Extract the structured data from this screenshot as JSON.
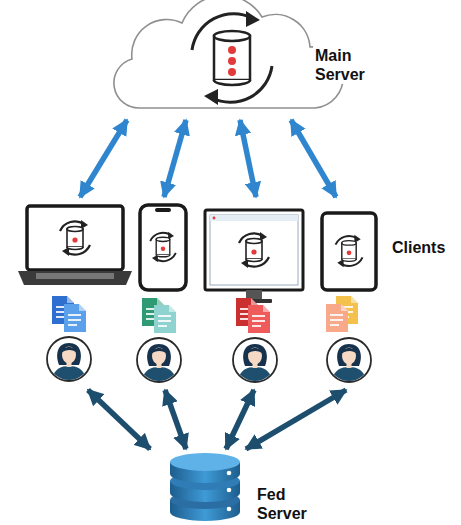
{
  "diagram": {
    "nodes": [
      {
        "text": [
          "Main Server"
        ]
      },
      {
        "text": [
          "Clients"
        ]
      },
      {
        "text": [
          "Fed Server"
        ]
      }
    ],
    "edges": [
      {
        "from": 0,
        "to": 1,
        "arrow": "both"
      },
      {
        "from": 0,
        "to": 1,
        "arrow": "both"
      },
      {
        "from": 0,
        "to": 1,
        "arrow": "both"
      },
      {
        "from": 0,
        "to": 1,
        "arrow": "both"
      },
      {
        "from": 1,
        "to": 2,
        "arrow": "both"
      },
      {
        "from": 1,
        "to": 2,
        "arrow": "both"
      },
      {
        "from": 1,
        "to": 2,
        "arrow": "both"
      },
      {
        "from": 1,
        "to": 2,
        "arrow": "both"
      }
    ]
  }
}
